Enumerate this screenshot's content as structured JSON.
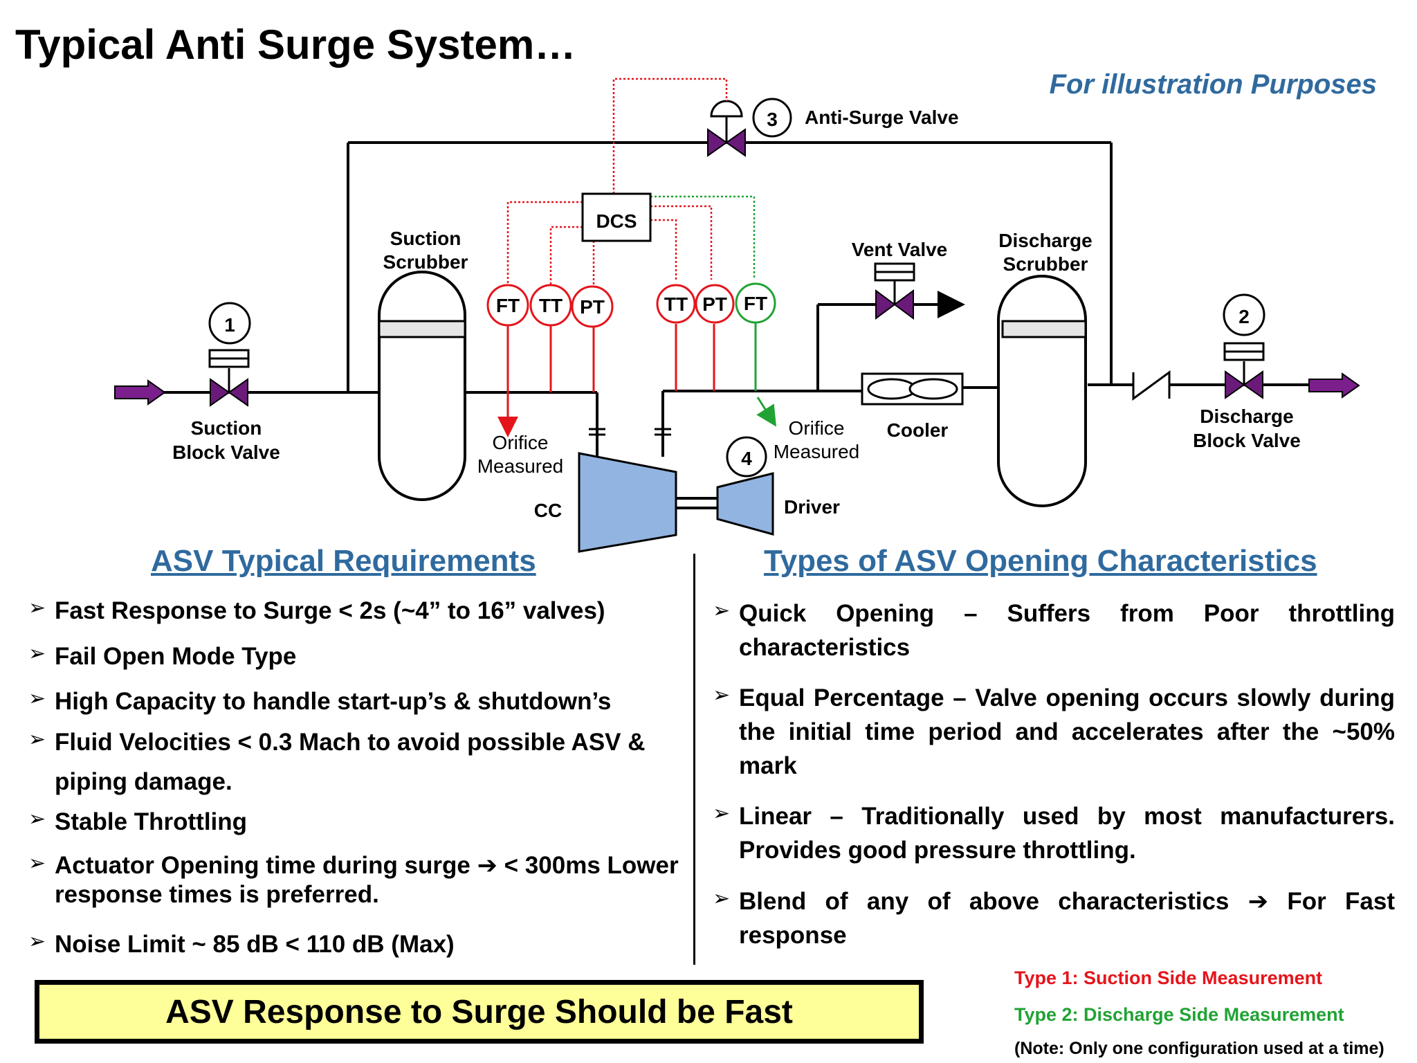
{
  "title": "Typical Anti Surge System…",
  "note": "For illustration Purposes",
  "diagram": {
    "anti_surge_valve": {
      "number": "3",
      "label": "Anti-Surge Valve"
    },
    "suction_block_valve": {
      "number": "1",
      "label_line1": "Suction",
      "label_line2": "Block Valve"
    },
    "discharge_block_valve": {
      "number": "2",
      "label_line1": "Discharge",
      "label_line2": "Block Valve"
    },
    "suction_scrubber": {
      "label_line1": "Suction",
      "label_line2": "Scrubber"
    },
    "discharge_scrubber": {
      "label_line1": "Discharge",
      "label_line2": "Scrubber"
    },
    "vent_valve": "Vent Valve",
    "cooler": "Cooler",
    "dcs": "DCS",
    "compressor": "CC",
    "driver": {
      "number": "4",
      "label": "Driver"
    },
    "orifice_suction": {
      "line1": "Orifice",
      "line2": "Measured"
    },
    "orifice_discharge": {
      "line1": "Orifice",
      "line2": "Measured"
    },
    "suction_instruments": [
      "FT",
      "TT",
      "PT"
    ],
    "discharge_instruments": [
      "TT",
      "PT",
      "FT"
    ],
    "colors": {
      "signal_red": "#e5141b",
      "signal_green": "#21a334",
      "valve": "#6a1b7a",
      "arrow": "#7b1f8c",
      "compressor": "#92b4e0"
    }
  },
  "requirements": {
    "heading": "ASV Typical Requirements",
    "items": [
      "Fast Response to Surge < 2s (~4” to 16” valves)",
      "Fail Open Mode Type",
      "High Capacity to handle start-up’s & shutdown’s",
      "Fluid Velocities < 0.3 Mach to avoid possible ASV & piping  damage.",
      "Stable Throttling",
      "Actuator Opening  time during surge ➔ < 300ms Lower response times is preferred.",
      "Noise Limit ~ 85 dB < 110 dB (Max)"
    ]
  },
  "types": {
    "heading": "Types of ASV Opening Characteristics",
    "items": [
      "Quick Opening – Suffers from Poor throttling characteristics",
      "Equal Percentage – Valve opening occurs slowly during the initial time period and accelerates after the ~50% mark",
      "Linear – Traditionally used by most manufacturers. Provides good pressure throttling.",
      "Blend of any of above characteristics ➔ For Fast response"
    ]
  },
  "banner": "ASV Response to Surge Should be Fast",
  "type_notes": {
    "type1": "Type 1: Suction Side Measurement",
    "type2": "Type 2: Discharge Side Measurement",
    "note": "(Note: Only one configuration used at a time)"
  }
}
